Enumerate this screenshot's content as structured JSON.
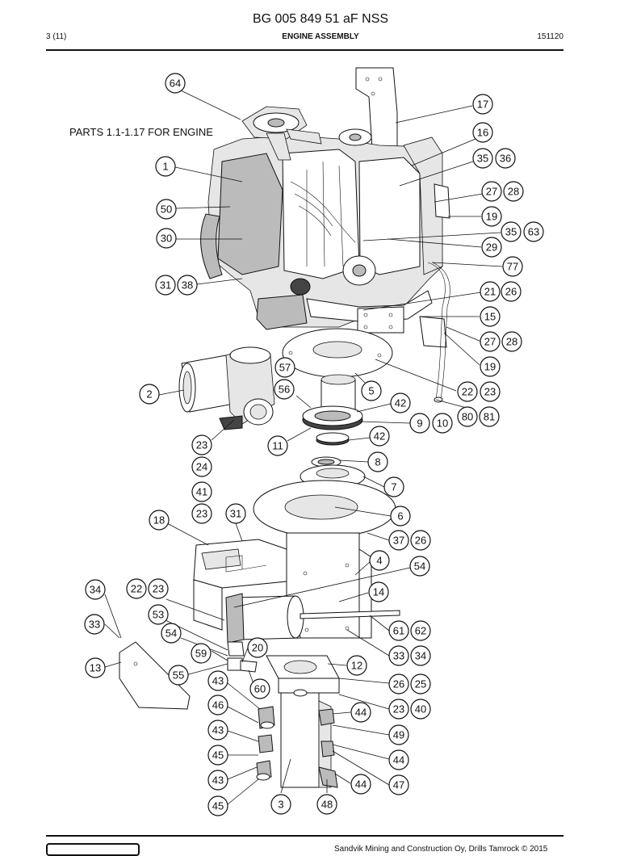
{
  "header": {
    "doc_number": "BG 005 849 51 aF NSS",
    "page": "3 (11)",
    "title": "ENGINE ASSEMBLY",
    "date_code": "151120"
  },
  "diagram": {
    "note": "PARTS 1.1-1.17 FOR ENGINE",
    "callouts": [
      "64",
      "17",
      "16",
      "35",
      "36",
      "1",
      "27",
      "28",
      "50",
      "19",
      "35",
      "63",
      "30",
      "29",
      "77",
      "31",
      "38",
      "21",
      "26",
      "15",
      "27",
      "28",
      "19",
      "57",
      "5",
      "22",
      "23",
      "2",
      "56",
      "42",
      "80",
      "81",
      "9",
      "10",
      "11",
      "42",
      "23",
      "8",
      "24",
      "7",
      "41",
      "23",
      "31",
      "6",
      "18",
      "37",
      "26",
      "4",
      "54",
      "34",
      "22",
      "23",
      "14",
      "53",
      "33",
      "54",
      "61",
      "62",
      "59",
      "20",
      "33",
      "34",
      "13",
      "12",
      "55",
      "43",
      "60",
      "26",
      "25",
      "46",
      "23",
      "40",
      "44",
      "43",
      "49",
      "45",
      "44",
      "43",
      "44",
      "47",
      "45",
      "3",
      "48"
    ]
  },
  "footer": {
    "copyright": "Sandvik Mining and Construction Oy, Drills Tamrock © 2015"
  }
}
